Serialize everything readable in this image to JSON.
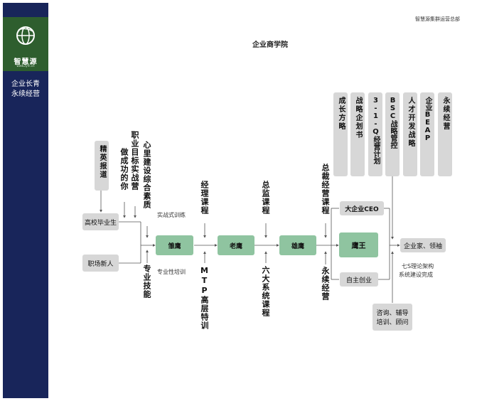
{
  "sidebar": {
    "logo_text": "智慧源",
    "logo_url": "www.zyfn.cn",
    "slogan_line1": "企业长青",
    "slogan_line2": "永续经营"
  },
  "header": {
    "company": "智慧源集群运营总部",
    "title": "企业商学院"
  },
  "left": {
    "report_box": "精英报道",
    "graduate": "高校毕业生",
    "newcomer": "职场新人",
    "col1_text": "做成功的你",
    "col2_text": "职业目标实战营",
    "col3_text": "心里建设综合素质",
    "lower_skill": "专业技能",
    "practice": "实战式训练",
    "prof_training": "专业性培训"
  },
  "stages": {
    "s1": "雏鹰",
    "s2": "老鹰",
    "s3": "雄鹰",
    "s4": "鹰王",
    "above2": "经理课程",
    "below2": "MTP高层特训",
    "above3": "总监课程",
    "below3": "六大系统课程",
    "above4": "总裁经营课程",
    "below4": "永续经营"
  },
  "right": {
    "ceo": "大企业CEO",
    "startup": "自主创业",
    "leader": "企业家、领袖",
    "theory1": "七S理论架构",
    "theory2": "系统建设完成",
    "consult1": "咨询、辅导",
    "consult2": "培训、顾问"
  },
  "top_boxes": [
    "成长方略",
    "战略企划书",
    "3-1-Q经营计划",
    "BSC战略管控",
    "人才开发战略",
    "企业BEAP",
    "永续经营"
  ]
}
